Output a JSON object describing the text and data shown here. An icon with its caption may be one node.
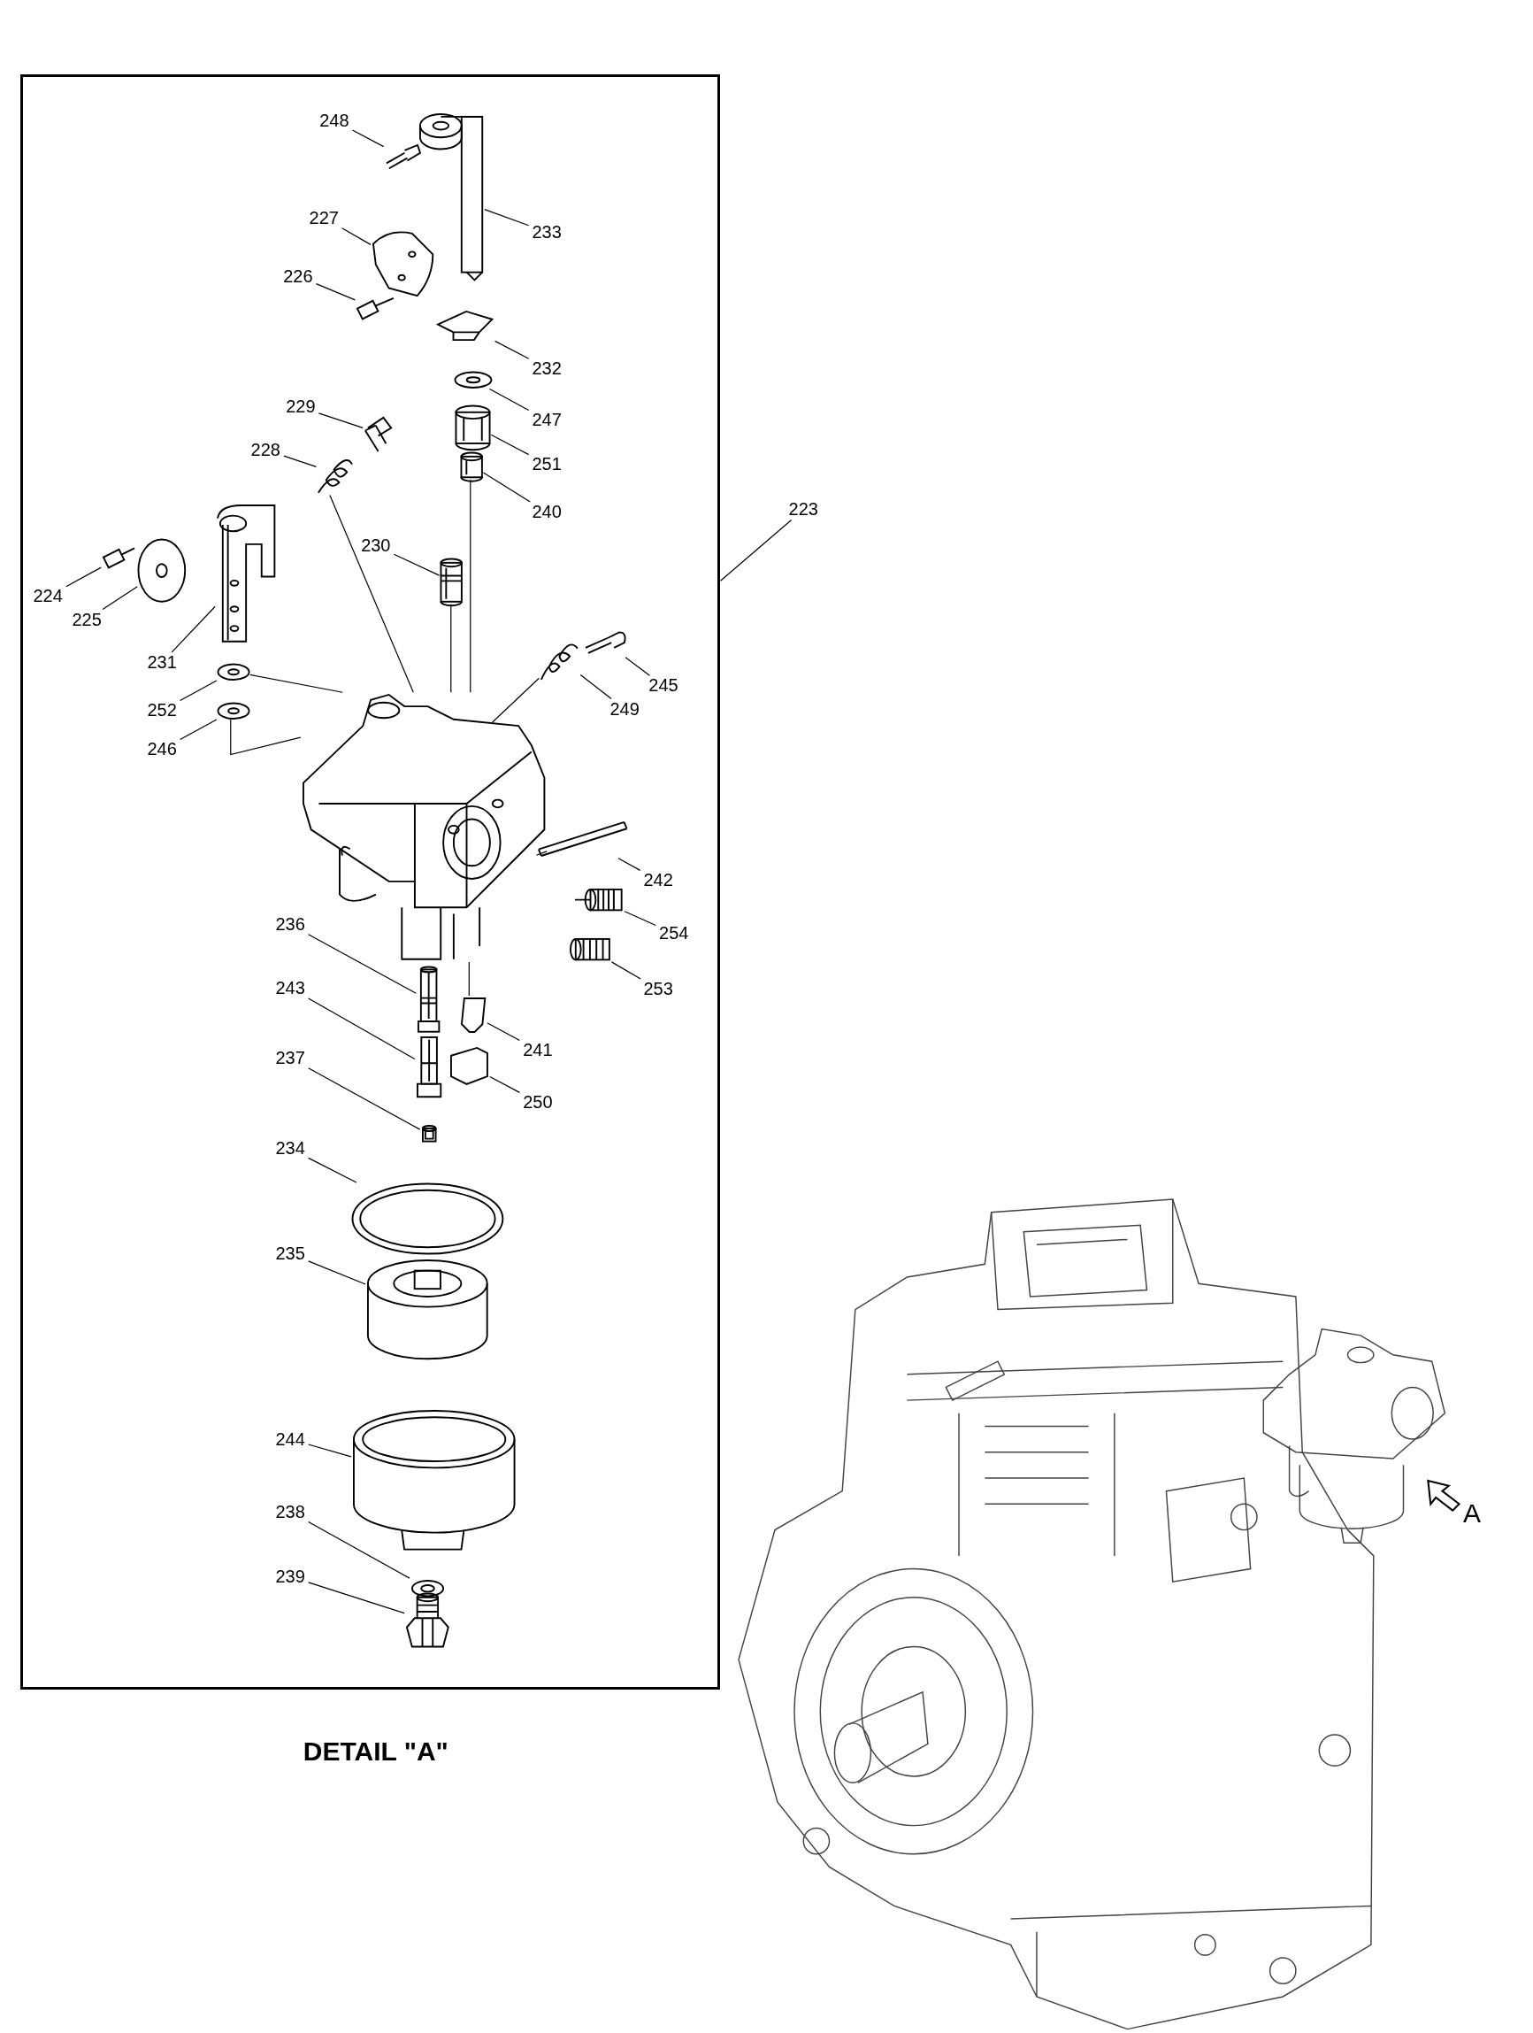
{
  "diagram": {
    "caption": "DETAIL \"A\"",
    "nodes": [
      {
        "text": [],
        "shape": "box"
      },
      {
        "text": [
          "248"
        ],
        "in": 0
      },
      {
        "text": [
          "227"
        ],
        "in": 0
      },
      {
        "text": [
          "233"
        ],
        "in": 0
      },
      {
        "text": [
          "226"
        ],
        "in": 0
      },
      {
        "text": [
          "232"
        ],
        "in": 0
      },
      {
        "text": [
          "229"
        ],
        "in": 0
      },
      {
        "text": [
          "247"
        ],
        "in": 0
      },
      {
        "text": [
          "228"
        ],
        "in": 0
      },
      {
        "text": [
          "251"
        ],
        "in": 0
      },
      {
        "text": [
          "223"
        ]
      },
      {
        "text": [
          "240"
        ],
        "in": 0
      },
      {
        "text": [
          "230"
        ],
        "in": 0
      },
      {
        "text": [
          "224"
        ],
        "in": 0
      },
      {
        "text": [
          "225"
        ],
        "in": 0
      },
      {
        "text": [
          "231"
        ],
        "in": 0
      },
      {
        "text": [
          "245"
        ],
        "in": 0
      },
      {
        "text": [
          "249"
        ],
        "in": 0
      },
      {
        "text": [
          "252"
        ],
        "in": 0
      },
      {
        "text": [
          "246"
        ],
        "in": 0
      },
      {
        "text": [
          "242"
        ],
        "in": 0
      },
      {
        "text": [
          "236"
        ],
        "in": 0
      },
      {
        "text": [
          "254"
        ],
        "in": 0
      },
      {
        "text": [
          "243"
        ],
        "in": 0
      },
      {
        "text": [
          "253"
        ],
        "in": 0
      },
      {
        "text": [
          "241"
        ],
        "in": 0
      },
      {
        "text": [
          "237"
        ],
        "in": 0
      },
      {
        "text": [
          "250"
        ],
        "in": 0
      },
      {
        "text": [
          "234"
        ],
        "in": 0
      },
      {
        "text": [
          "235"
        ],
        "in": 0
      },
      {
        "text": [
          "244"
        ],
        "in": 0
      },
      {
        "text": [
          "238"
        ],
        "in": 0
      },
      {
        "text": [
          "239"
        ],
        "in": 0
      },
      {
        "text": [],
        "shape": "picture",
        "in": 0
      },
      {
        "text": [],
        "shape": "picture",
        "in": 0
      },
      {
        "text": [],
        "shape": "picture",
        "in": 0
      },
      {
        "text": [],
        "shape": "picture",
        "in": 0
      },
      {
        "text": [],
        "shape": "picture",
        "in": 0
      },
      {
        "text": [],
        "shape": "picture",
        "in": 0
      },
      {
        "text": [],
        "shape": "picture",
        "in": 0
      },
      {
        "text": [],
        "shape": "picture",
        "in": 0
      },
      {
        "text": [],
        "shape": "cylinder",
        "in": 0
      },
      {
        "text": [],
        "shape": "cylinder",
        "in": 0
      },
      {
        "text": [],
        "shape": "cylinder",
        "in": 0
      },
      {
        "text": [],
        "shape": "picture",
        "in": 0
      },
      {
        "text": [],
        "shape": "picture",
        "in": 0
      },
      {
        "text": [],
        "shape": "picture",
        "in": 0
      },
      {
        "text": [],
        "shape": "picture",
        "in": 0
      },
      {
        "text": [],
        "shape": "picture",
        "in": 0
      },
      {
        "text": [],
        "shape": "picture",
        "in": 0
      },
      {
        "text": [],
        "shape": "picture",
        "in": 0
      },
      {
        "text": [],
        "shape": "picture",
        "in": 0
      },
      {
        "text": [],
        "shape": "picture",
        "in": 0
      },
      {
        "text": [],
        "shape": "cylinder",
        "in": 0
      },
      {
        "text": [],
        "shape": "cylinder",
        "in": 0
      },
      {
        "text": [],
        "shape": "picture",
        "in": 0
      },
      {
        "text": [],
        "shape": "picture",
        "in": 0
      },
      {
        "text": [],
        "shape": "picture",
        "in": 0
      },
      {
        "text": [],
        "shape": "picture",
        "in": 0
      },
      {
        "text": [],
        "shape": "picture",
        "in": 0
      },
      {
        "text": [],
        "shape": "picture",
        "in": 0
      },
      {
        "text": [],
        "shape": "picture",
        "in": 0
      },
      {
        "text": [],
        "shape": "picture",
        "in": 0
      },
      {
        "text": [],
        "shape": "picture",
        "in": 0
      },
      {
        "text": [],
        "shape": "picture",
        "in": 0
      }
    ],
    "edges": [
      {
        "from": 1,
        "to": 33,
        "arrow": "none"
      },
      {
        "from": 2,
        "to": 34,
        "arrow": "none"
      },
      {
        "from": 3,
        "to": 35,
        "arrow": "none"
      },
      {
        "from": 4,
        "to": 36,
        "arrow": "none"
      },
      {
        "from": 5,
        "to": 37,
        "arrow": "none"
      },
      {
        "from": 6,
        "to": 38,
        "arrow": "none"
      },
      {
        "from": 7,
        "to": 39,
        "arrow": "none"
      },
      {
        "from": 8,
        "to": 40,
        "arrow": "none"
      },
      {
        "from": 9,
        "to": 41,
        "arrow": "none"
      },
      {
        "from": 10,
        "to": 0,
        "arrow": "none"
      },
      {
        "from": 11,
        "to": 42,
        "arrow": "none"
      },
      {
        "from": 12,
        "to": 43,
        "arrow": "none"
      },
      {
        "from": 13,
        "to": 44,
        "arrow": "none"
      },
      {
        "from": 14,
        "to": 45,
        "arrow": "none"
      },
      {
        "from": 15,
        "to": 46,
        "arrow": "none"
      },
      {
        "from": 16,
        "to": 47,
        "arrow": "none"
      },
      {
        "from": 17,
        "to": 48,
        "arrow": "none"
      },
      {
        "from": 18,
        "to": 49,
        "arrow": "none"
      },
      {
        "from": 19,
        "to": 50,
        "arrow": "none"
      },
      {
        "from": 20,
        "to": 51,
        "arrow": "none"
      },
      {
        "from": 21,
        "to": 52,
        "arrow": "none"
      },
      {
        "from": 22,
        "to": 53,
        "arrow": "none"
      },
      {
        "from": 23,
        "to": 54,
        "arrow": "none"
      },
      {
        "from": 24,
        "to": 55,
        "arrow": "none"
      },
      {
        "from": 25,
        "to": 56,
        "arrow": "none"
      },
      {
        "from": 26,
        "to": 57,
        "arrow": "none"
      },
      {
        "from": 27,
        "to": 58,
        "arrow": "none"
      },
      {
        "from": 28,
        "to": 59,
        "arrow": "none"
      },
      {
        "from": 29,
        "to": 60,
        "arrow": "none"
      },
      {
        "from": 30,
        "to": 61,
        "arrow": "none"
      },
      {
        "from": 31,
        "to": 62,
        "arrow": "none"
      },
      {
        "from": 32,
        "to": 63,
        "arrow": "none"
      },
      {
        "from": 42,
        "to": 64,
        "arrow": "none"
      },
      {
        "from": 43,
        "to": 64,
        "arrow": "none"
      },
      {
        "from": 40,
        "to": 64,
        "arrow": "none"
      },
      {
        "from": 49,
        "to": 64,
        "arrow": "none"
      },
      {
        "from": 50,
        "to": 64,
        "arrow": "none"
      },
      {
        "from": 48,
        "to": 64,
        "arrow": "none"
      },
      {
        "from": 56,
        "to": 64,
        "arrow": "none"
      },
      {
        "from": 51,
        "to": 64,
        "arrow": "none"
      }
    ],
    "labels": [
      "A"
    ]
  }
}
